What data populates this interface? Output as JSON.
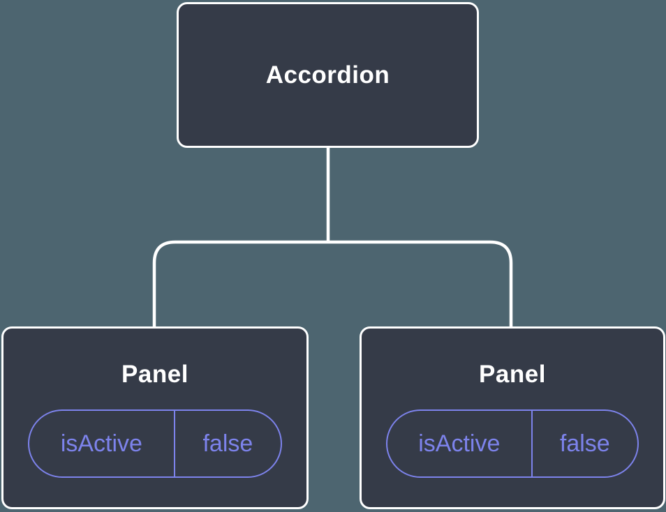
{
  "diagram": {
    "type": "component-tree",
    "root": {
      "label": "Accordion"
    },
    "children": [
      {
        "label": "Panel",
        "state": [
          {
            "key": "isActive",
            "value": "false"
          }
        ]
      },
      {
        "label": "Panel",
        "state": [
          {
            "key": "isActive",
            "value": "false"
          }
        ]
      }
    ]
  },
  "colors": {
    "background": "#4d6570",
    "node_fill": "#353b48",
    "node_border": "#ffffff",
    "connector": "#ffffff",
    "accent": "#7d83ec",
    "title_text": "#ffffff"
  }
}
